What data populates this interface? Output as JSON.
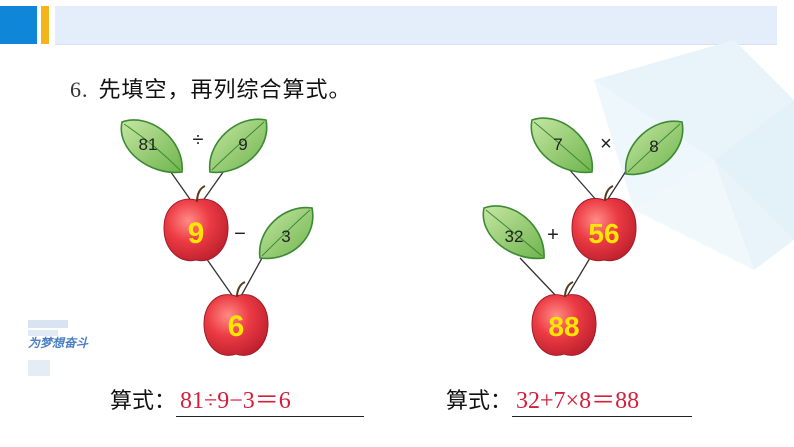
{
  "question": {
    "number": "6.",
    "text": "先填空，再列综合算式。"
  },
  "left_tree": {
    "leaf_a": "81",
    "op_top": "÷",
    "leaf_b": "9",
    "apple_mid": "9",
    "op_mid": "−",
    "leaf_c": "3",
    "apple_bottom": "6"
  },
  "right_tree": {
    "leaf_a": "7",
    "op_top": "×",
    "leaf_b": "8",
    "leaf_c": "32",
    "op_mid": "+",
    "apple_mid": "56",
    "apple_bottom": "88"
  },
  "formulas": {
    "left_label": "算式：",
    "left_answer": "81÷9−3＝6",
    "right_label": "算式：",
    "right_answer": "32+7×8＝88"
  },
  "watermark": {
    "text": "为梦想奋斗"
  },
  "colors": {
    "apple": "#e8353f",
    "apple_text": "#ffe600",
    "leaf": "#8cc96a",
    "leaf_dark": "#3c8a33",
    "answer": "#d41f3c",
    "header_blue": "#0f86d8",
    "header_gold": "#f3b519"
  }
}
